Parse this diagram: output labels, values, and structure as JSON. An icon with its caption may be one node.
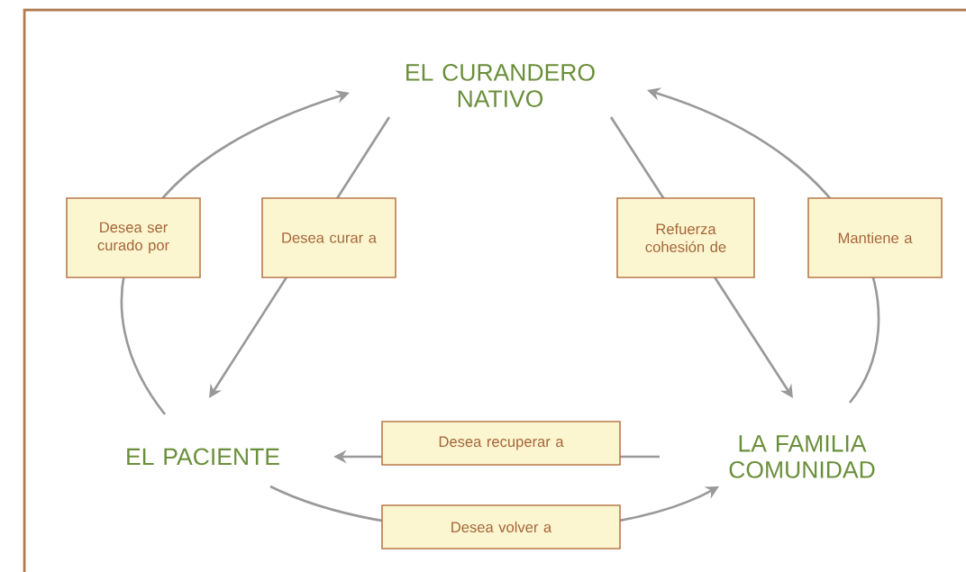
{
  "diagram": {
    "nodes": [
      {
        "text": [
          "EL CURANDERO NATIVO"
        ]
      },
      {
        "text": [
          "EL PACIENTE"
        ]
      },
      {
        "text": [
          "LA FAMILIA COMUNIDAD"
        ]
      }
    ],
    "edges": [
      {
        "from": 1,
        "to": 0,
        "arrow": "to",
        "label": "Desea ser curado por"
      },
      {
        "from": 0,
        "to": 1,
        "arrow": "to",
        "label": "Desea curar a"
      },
      {
        "from": 0,
        "to": 2,
        "arrow": "to",
        "label": "Refuerza cohesión de"
      },
      {
        "from": 2,
        "to": 0,
        "arrow": "to",
        "label": "Mantiene a"
      },
      {
        "from": 2,
        "to": 1,
        "arrow": "to",
        "label": "Desea recuperar a"
      },
      {
        "from": 1,
        "to": 2,
        "arrow": "to",
        "label": "Desea volver a"
      }
    ]
  }
}
